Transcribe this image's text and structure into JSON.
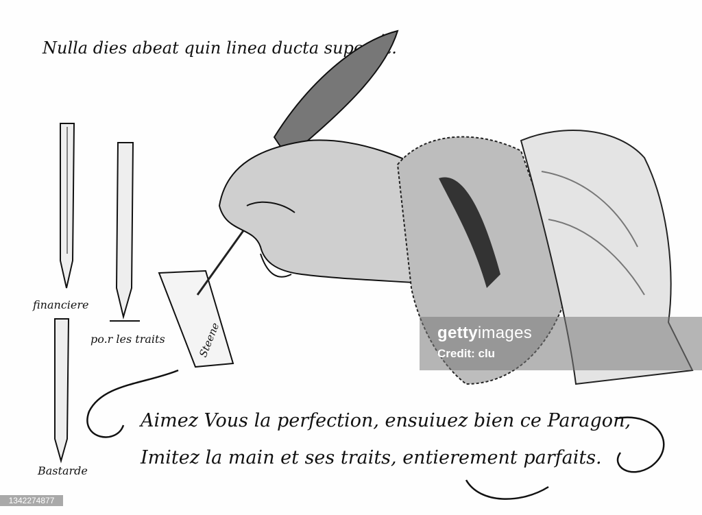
{
  "engraving": {
    "motto": "Nulla dies abeat quin linea ducta supersit.",
    "pen_labels": [
      "financiere",
      "po.r les traits",
      "Bastarde"
    ],
    "note_label": "Steene",
    "verse_line_1": "Aimez Vous la perfection, ensuiuez bien ce Paragon,",
    "verse_line_2": "Imitez la main et ses traits, entierement parfaits."
  },
  "watermark": {
    "brand_bold": "getty",
    "brand_light": "images",
    "credit": "Credit: clu"
  },
  "image_id": "1342274877"
}
